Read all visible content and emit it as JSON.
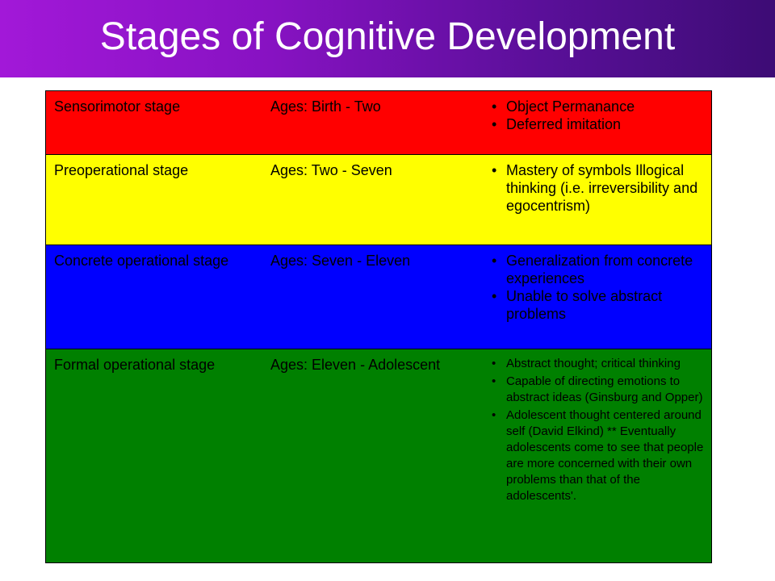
{
  "slide": {
    "title": "Stages of Cognitive Development"
  },
  "stages": [
    {
      "name": "Sensorimotor stage",
      "ages": "Ages: Birth - Two",
      "color": "#ff0000",
      "points": [
        "Object Permanance",
        "Deferred imitation"
      ]
    },
    {
      "name": "Preoperational stage",
      "ages": "Ages: Two - Seven",
      "color": "#ffff00",
      "points": [
        "Mastery of symbols Illogical thinking (i.e. irreversibility and egocentrism)"
      ]
    },
    {
      "name": "Concrete operational stage",
      "ages": "Ages: Seven - Eleven",
      "color": "#0000ff",
      "points": [
        "Generalization from concrete experiences",
        "Unable to solve abstract problems"
      ]
    },
    {
      "name": "Formal operational stage",
      "ages": "Ages: Eleven - Adolescent",
      "color": "#008000",
      "points": [
        "Abstract thought; critical thinking",
        "Capable of directing emotions to abstract ideas (Ginsburg and Opper)",
        "Adolescent thought centered around self (David Elkind) ** Eventually adolescents come to see that people are more concerned with their own problems than that of the adolescents'."
      ]
    }
  ]
}
